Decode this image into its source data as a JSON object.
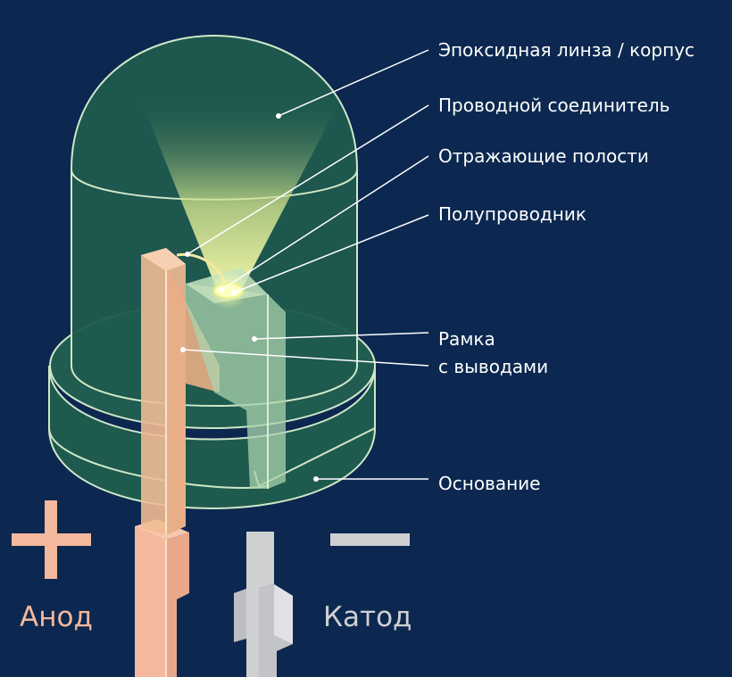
{
  "labels": {
    "epoxy": "Эпоксидная линза / корпус",
    "wire": "Проводной соединитель",
    "reflective": "Отражающие полости",
    "semiconductor": "Полупроводник",
    "frame_line1": "Рамка",
    "frame_line2": "с выводами",
    "base": "Основание"
  },
  "poles": {
    "anode_symbol": "+",
    "anode": "Анод",
    "cathode_symbol": "−",
    "cathode": "Катод"
  },
  "colors": {
    "background": "#0c2850",
    "lens": "#1f5a4e",
    "anode": "#f4b89c",
    "cathode": "#cfd0d2",
    "light": "#f2f5a0",
    "outline": "#cfe8c8"
  }
}
